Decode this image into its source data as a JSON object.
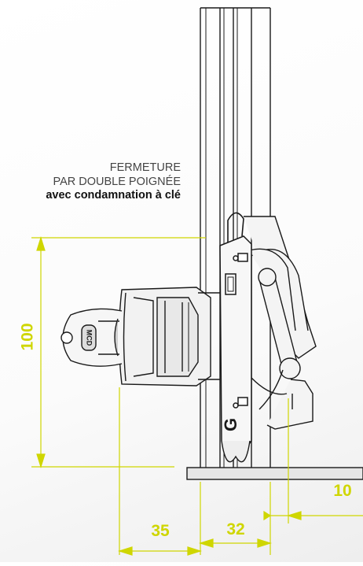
{
  "caption": {
    "line1": "FERMETURE",
    "line2": "PAR DOUBLE POIGNÉE",
    "line3": "avec condamnation à clé"
  },
  "dimensions": {
    "height": "100",
    "handle_projection": "35",
    "frame_width": "32",
    "offset": "10"
  },
  "colors": {
    "dimension": "#cfd600",
    "drawing": "#1a1a1a"
  },
  "key_label": "MCD"
}
